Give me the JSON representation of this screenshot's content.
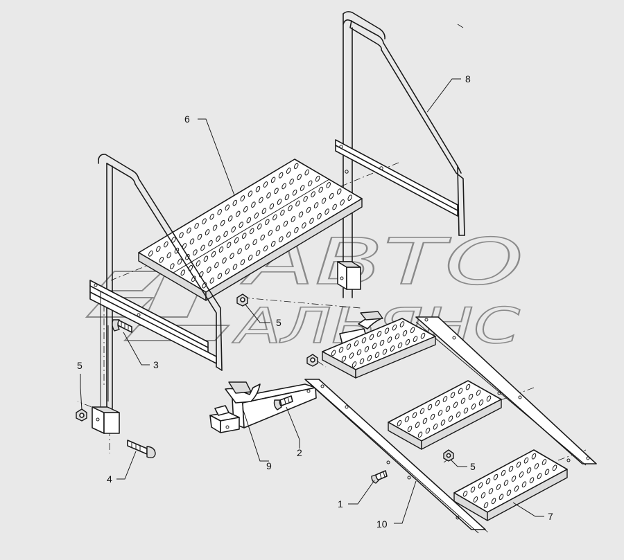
{
  "watermark": {
    "line1": "АВТО",
    "line2": "АЛЬЯНС",
    "color": "#8a8a8a"
  },
  "callouts": [
    {
      "id": "c1",
      "label": "1"
    },
    {
      "id": "c2",
      "label": "2"
    },
    {
      "id": "c3",
      "label": "3"
    },
    {
      "id": "c4",
      "label": "4"
    },
    {
      "id": "c5a",
      "label": "5"
    },
    {
      "id": "c5b",
      "label": "5"
    },
    {
      "id": "c5c",
      "label": "5"
    },
    {
      "id": "c6",
      "label": "6"
    },
    {
      "id": "c7",
      "label": "7"
    },
    {
      "id": "c8",
      "label": "8"
    },
    {
      "id": "c9",
      "label": "9"
    },
    {
      "id": "c10",
      "label": "10"
    }
  ],
  "colors": {
    "background": "#e9e9e9",
    "line": "#1a1a1a"
  }
}
